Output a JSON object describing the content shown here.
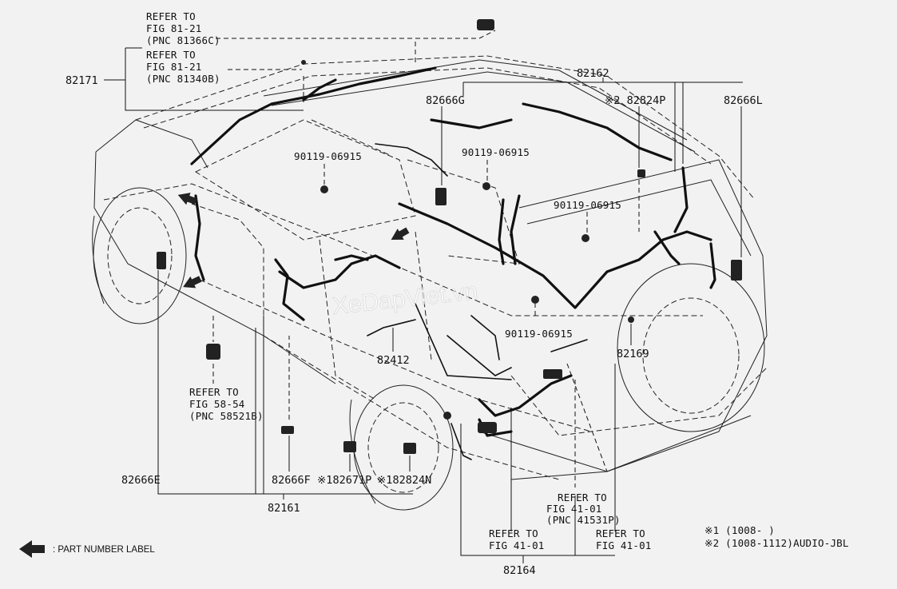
{
  "callouts": {
    "ref_81366c": [
      "REFER TO",
      "FIG 81-21",
      "(PNC 81366C)"
    ],
    "ref_81340b": [
      "REFER TO",
      "FIG 81-21",
      "(PNC 81340B)"
    ],
    "ref_58521b": [
      "REFER TO",
      "FIG 58-54",
      "(PNC 58521B)"
    ],
    "ref_41531p": [
      "REFER TO",
      "FIG 41-01",
      "(PNC 41531P)"
    ],
    "ref_41_01_a": [
      "REFER TO",
      "FIG 41-01"
    ],
    "ref_41_01_b": [
      "REFER TO",
      "FIG 41-01"
    ]
  },
  "parts": {
    "p82171": "82171",
    "p82162": "82162",
    "p82666g": "82666G",
    "p82824p": "※2 82824P",
    "p82666l": "82666L",
    "bolt_a": "90119-06915",
    "bolt_b": "90119-06915",
    "bolt_c": "90119-06915",
    "bolt_d": "90119-06915",
    "p82412": "82412",
    "p82169": "82169",
    "p82666e": "82666E",
    "p82666f": "82666F",
    "p82671p": "※182671P",
    "p82824n": "※182824N",
    "p82161": "82161",
    "p82164": "82164"
  },
  "legend": {
    "label": ": PART NUMBER LABEL",
    "icon": "arrow-left-icon"
  },
  "footnotes": {
    "note1": "※1 (1008-      )",
    "note2": "※2 (1008-1112)AUDIO-JBL"
  },
  "watermark": "XeDapViet.vn",
  "colors": {
    "background": "#f2f2f2",
    "ink": "#111111"
  }
}
